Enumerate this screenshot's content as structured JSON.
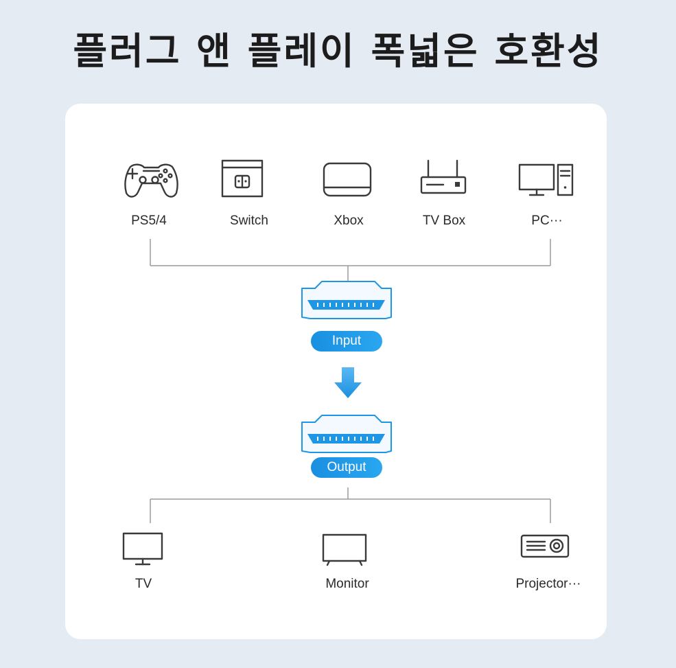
{
  "title": "플러그 앤 플레이 폭넓은 호환성",
  "colors": {
    "background": "#e5ebf3",
    "card": "#ffffff",
    "accent": "#1e96e6",
    "line": "#9a9a9a",
    "icon": "#3a3a3a"
  },
  "sources": [
    {
      "label": "PS5/4",
      "icon": "gamepad-icon"
    },
    {
      "label": "Switch",
      "icon": "switch-console-icon"
    },
    {
      "label": "Xbox",
      "icon": "xbox-console-icon"
    },
    {
      "label": "TV Box",
      "icon": "tv-box-router-icon"
    },
    {
      "label": "PC···",
      "icon": "desktop-pc-icon"
    }
  ],
  "input": {
    "label": "Input",
    "icon": "hdmi-port-icon"
  },
  "arrow": {
    "icon": "arrow-down-icon"
  },
  "output": {
    "label": "Output",
    "icon": "hdmi-port-icon"
  },
  "outputs": [
    {
      "label": "TV",
      "icon": "tv-icon"
    },
    {
      "label": "Monitor",
      "icon": "monitor-icon"
    },
    {
      "label": "Projector···",
      "icon": "projector-icon"
    }
  ]
}
